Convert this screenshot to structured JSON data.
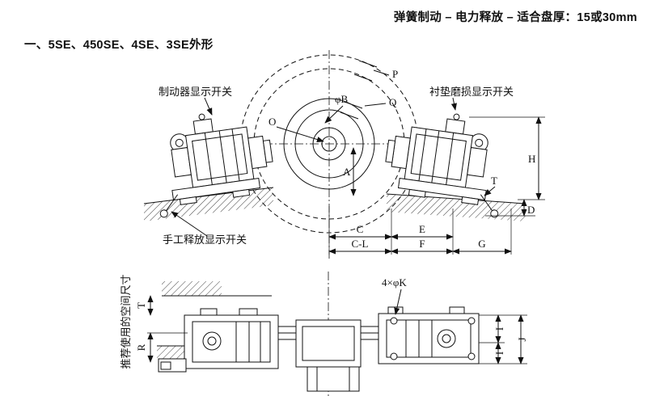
{
  "header": {
    "title": "弹簧制动 – 电力释放 – 适合盘厚：15或30mm"
  },
  "section": {
    "title": "一、5SE、450SE、4SE、3SE外形"
  },
  "callouts": {
    "brake_switch": "制动器显示开关",
    "pad_wear_switch": "衬垫磨损显示开关",
    "manual_release_switch": "手工释放显示开关",
    "recommended_space": "推荐使用的空间尺寸",
    "bolt_pattern": "4×φK"
  },
  "dims": {
    "p": "P",
    "q": "Q",
    "phi_b": "φB",
    "o": "O",
    "a": "A",
    "h": "H",
    "t_top": "T",
    "d": "D",
    "c": "C",
    "e": "E",
    "c_l": "C-L",
    "f": "F",
    "g": "G",
    "t_plan": "T",
    "r": "R",
    "i_upper": "I",
    "i_lower": "I",
    "j": "J"
  },
  "colors": {
    "ink": "#111111",
    "background": "#ffffff"
  }
}
